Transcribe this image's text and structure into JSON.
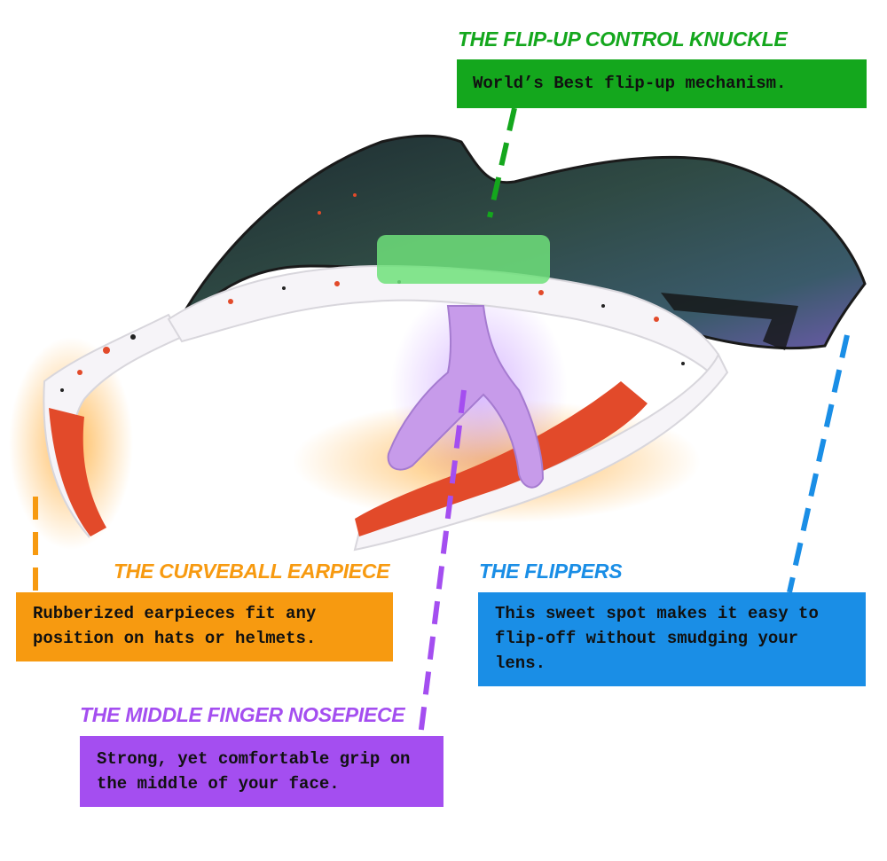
{
  "colors": {
    "knuckle": "#14a71d",
    "earpiece": "#f79a10",
    "flippers": "#1a8ee6",
    "nosepiece": "#a44ef0",
    "frame": "#f6f4f8",
    "lens": "#2a3a3e",
    "rubber": "#e24a2a"
  },
  "callouts": {
    "knuckle": {
      "title": "THE FLIP-UP CONTROL KNUCKLE",
      "text": "World’s Best flip-up mechanism."
    },
    "earpiece": {
      "title": "THE CURVEBALL EARPIECE",
      "text": "Rubberized earpieces fit any position on hats or helmets."
    },
    "flippers": {
      "title": "THE FLIPPERS",
      "text": "This sweet spot makes it easy to flip-off without smudging your lens."
    },
    "nosepiece": {
      "title": "THE MIDDLE FINGER NOSEPIECE",
      "text": "Strong, yet comfortable grip on the middle of your face."
    }
  }
}
